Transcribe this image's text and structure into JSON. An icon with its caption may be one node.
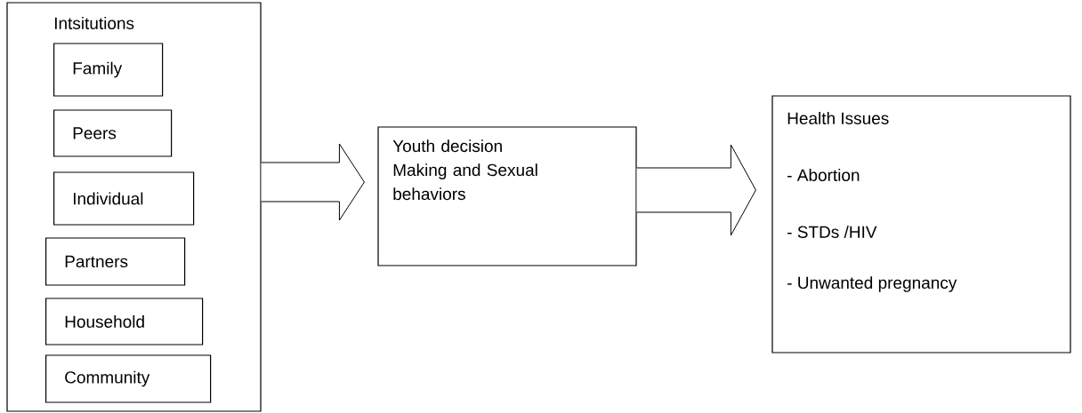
{
  "diagram": {
    "nodes": [
      {
        "text": [
          "Intsitutions"
        ]
      },
      {
        "text": [
          "Family"
        ],
        "in": 0
      },
      {
        "text": [
          "Peers"
        ],
        "in": 0
      },
      {
        "text": [
          "Individual"
        ],
        "in": 0
      },
      {
        "text": [
          "Partners"
        ],
        "in": 0
      },
      {
        "text": [
          "Household"
        ],
        "in": 0
      },
      {
        "text": [
          "Community"
        ],
        "in": 0
      },
      {
        "text": [
          "Youth decision Making and Sexual behaviors"
        ]
      },
      {
        "text": [
          "Health Issues",
          "-  Abortion",
          "- STDs /HIV",
          "- Unwanted pregnancy"
        ]
      }
    ],
    "edges": [
      {
        "from": 0,
        "to": 7,
        "arrow": "to"
      },
      {
        "from": 7,
        "to": 8,
        "arrow": "to"
      }
    ]
  }
}
